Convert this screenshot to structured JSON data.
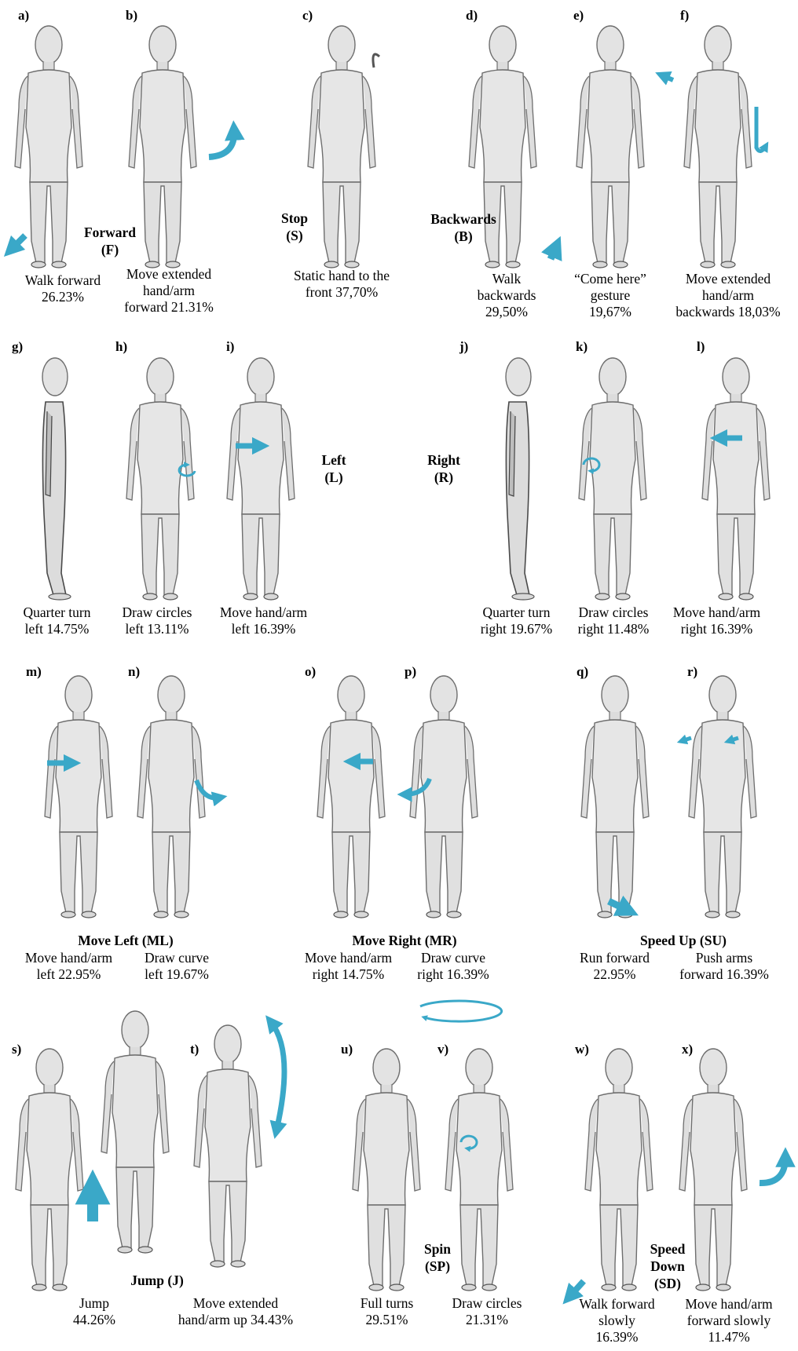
{
  "colors": {
    "arrow": "#3aa8c8",
    "figure_fill": "#e3e3e3",
    "figure_stroke": "#7a7a7a"
  },
  "groups": {
    "F": {
      "name": "Forward",
      "code": "(F)"
    },
    "S": {
      "name": "Stop",
      "code": "(S)"
    },
    "B": {
      "name": "Backwards",
      "code": "(B)"
    },
    "L": {
      "name": "Left",
      "code": "(L)"
    },
    "R": {
      "name": "Right",
      "code": "(R)"
    },
    "ML": {
      "name": "Move Left (ML)"
    },
    "MR": {
      "name": "Move Right (MR)"
    },
    "SU": {
      "name": "Speed Up (SU)"
    },
    "J": {
      "name": "Jump (J)"
    },
    "SP": {
      "name": "Spin",
      "code": "(SP)"
    },
    "SD": {
      "name1": "Speed",
      "name2": "Down",
      "code": "(SD)"
    }
  },
  "panels": {
    "a": {
      "letter": "a)",
      "l1": "Walk forward",
      "l2": "26.23%"
    },
    "b": {
      "letter": "b)",
      "l1": "Move extended",
      "l2": "hand/arm",
      "l3": "forward 21.31%"
    },
    "c": {
      "letter": "c)",
      "l1": "Static hand to the",
      "l2": "front 37,70%"
    },
    "d": {
      "letter": "d)",
      "l1": "Walk",
      "l2": "backwards",
      "l3": "29,50%"
    },
    "e": {
      "letter": "e)",
      "l1": "“Come here”",
      "l2": "gesture",
      "l3": "19,67%"
    },
    "f": {
      "letter": "f)",
      "l1": "Move extended",
      "l2": "hand/arm",
      "l3": "backwards 18,03%"
    },
    "g": {
      "letter": "g)",
      "l1": "Quarter turn",
      "l2": "left 14.75%"
    },
    "h": {
      "letter": "h)",
      "l1": "Draw circles",
      "l2": "left 13.11%"
    },
    "i": {
      "letter": "i)",
      "l1": "Move hand/arm",
      "l2": "left 16.39%"
    },
    "j": {
      "letter": "j)",
      "l1": "Quarter turn",
      "l2": "right 19.67%"
    },
    "k": {
      "letter": "k)",
      "l1": "Draw circles",
      "l2": "right 11.48%"
    },
    "l": {
      "letter": "l)",
      "l1": "Move hand/arm",
      "l2": "right 16.39%"
    },
    "m": {
      "letter": "m)",
      "l1": "Move hand/arm",
      "l2": "left 22.95%"
    },
    "n": {
      "letter": "n)",
      "l1": "Draw curve",
      "l2": "left 19.67%"
    },
    "o": {
      "letter": "o)",
      "l1": "Move hand/arm",
      "l2": "right 14.75%"
    },
    "p": {
      "letter": "p)",
      "l1": "Draw curve",
      "l2": "right 16.39%"
    },
    "q": {
      "letter": "q)",
      "l1": "Run forward",
      "l2": "22.95%"
    },
    "r": {
      "letter": "r)",
      "l1": "Push arms",
      "l2": "forward 16.39%"
    },
    "s": {
      "letter": "s)",
      "l1": "Jump",
      "l2": "44.26%"
    },
    "t": {
      "letter": "t)",
      "l1": "Move extended",
      "l2": "hand/arm up 34.43%"
    },
    "u": {
      "letter": "u)",
      "l1": "Full turns",
      "l2": "29.51%"
    },
    "v": {
      "letter": "v)",
      "l1": "Draw circles",
      "l2": "21.31%"
    },
    "w": {
      "letter": "w)",
      "l1": "Walk forward",
      "l2": "slowly",
      "l3": "16.39%"
    },
    "x": {
      "letter": "x)",
      "l1": "Move hand/arm",
      "l2": "forward slowly",
      "l3": "11.47%"
    }
  }
}
